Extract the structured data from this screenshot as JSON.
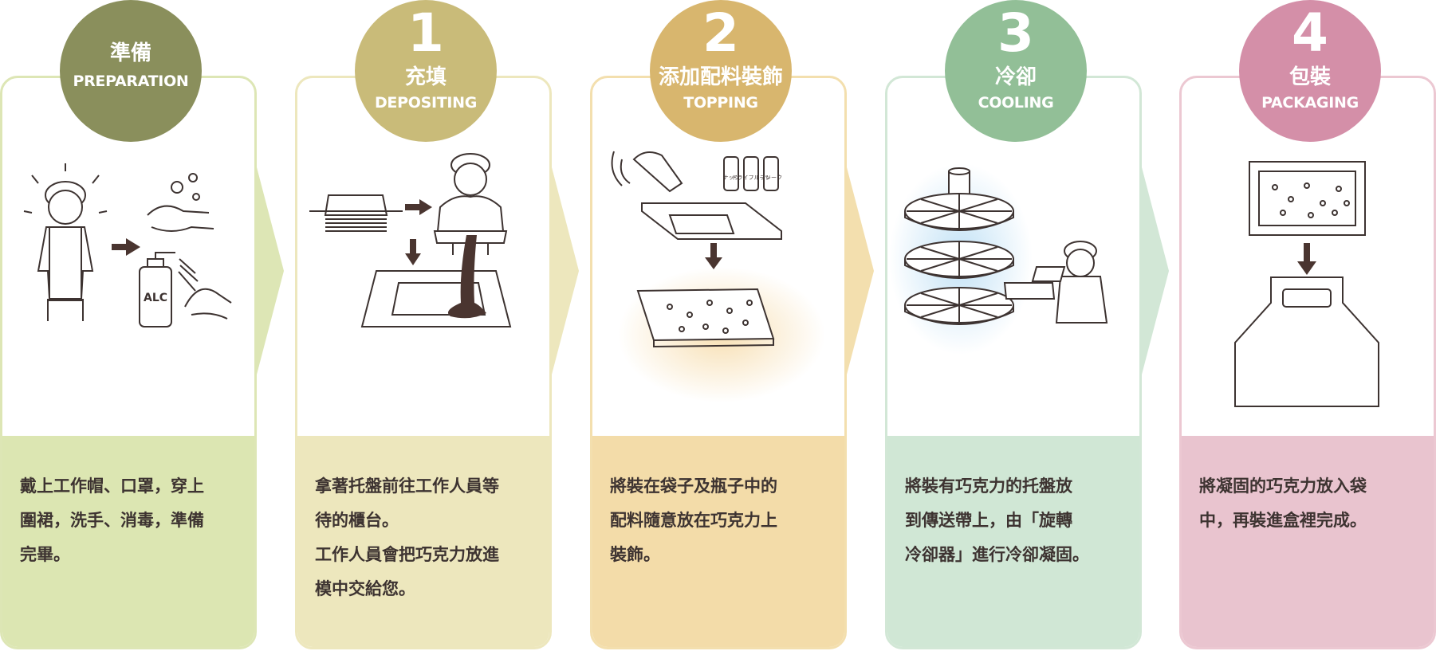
{
  "steps": [
    {
      "number": "",
      "title_zh": "準備",
      "title_en": "PREPARATION",
      "description": "戴上工作帽、口罩，穿上\n圍裙，洗手、消毒，準備\n完畢。",
      "illustration_label": "ALC",
      "colors": {
        "badge": "#8a8f5c",
        "border": "#dde6b5",
        "bottom": "#dce6b2"
      }
    },
    {
      "number": "1",
      "title_zh": "充填",
      "title_en": "DEPOSITING",
      "description": "拿著托盤前往工作人員等\n待的櫃台。\n工作人員會把巧克力放進\n模中交給您。",
      "colors": {
        "badge": "#c9bb79",
        "border": "#ede7bd",
        "bottom": "#ede7bd"
      }
    },
    {
      "number": "2",
      "title_zh": "添加配料裝飾",
      "title_en": "TOPPING",
      "description": "將裝在袋子及瓶子中的\n配料隨意放在巧克力上\n裝飾。",
      "bottle_labels": [
        "ナッツ",
        "ドライフルーツ",
        "フレーク"
      ],
      "colors": {
        "badge": "#d8b66e",
        "border": "#f3dfae",
        "bottom": "#f3dca9"
      }
    },
    {
      "number": "3",
      "title_zh": "冷卻",
      "title_en": "COOLING",
      "description": "將裝有巧克力的托盤放\n到傳送帶上，由「旋轉\n冷卻器」進行冷卻凝固。",
      "colors": {
        "badge": "#92bf97",
        "border": "#d2e7d6",
        "bottom": "#d0e7d5"
      }
    },
    {
      "number": "4",
      "title_zh": "包裝",
      "title_en": "PACKAGING",
      "description": "將凝固的巧克力放入袋\n中，再裝進盒裡完成。",
      "colors": {
        "badge": "#d48fa8",
        "border": "#ecc8d2",
        "bottom": "#e9c4cf"
      }
    }
  ]
}
